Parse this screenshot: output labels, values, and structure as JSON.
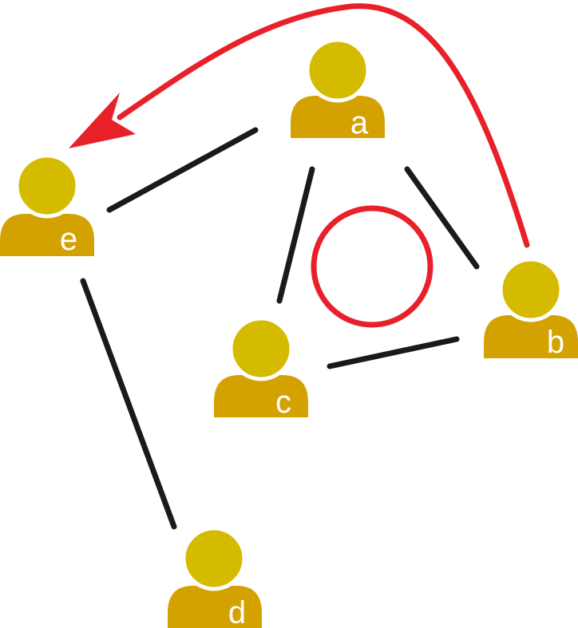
{
  "colors": {
    "head": "#d4bb00",
    "body": "#d4a200",
    "edge": "#1a1a1a",
    "accent": "#e8202a",
    "label": "#ffffff",
    "background": "#ffffff"
  },
  "nodes": [
    {
      "id": "a",
      "label": "a"
    },
    {
      "id": "b",
      "label": "b"
    },
    {
      "id": "c",
      "label": "c"
    },
    {
      "id": "d",
      "label": "d"
    },
    {
      "id": "e",
      "label": "e"
    }
  ],
  "edges": [
    {
      "from": "a",
      "to": "e"
    },
    {
      "from": "a",
      "to": "c"
    },
    {
      "from": "a",
      "to": "b"
    },
    {
      "from": "b",
      "to": "c"
    },
    {
      "from": "e",
      "to": "d"
    }
  ],
  "cycle_marker": {
    "nodes": [
      "a",
      "b",
      "c"
    ],
    "shape": "circle"
  },
  "highlight_arrow": {
    "from": "b",
    "to": "e"
  }
}
